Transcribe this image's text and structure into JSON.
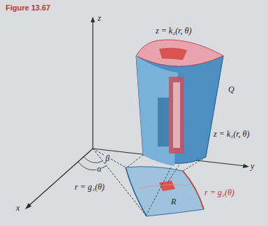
{
  "diagram": {
    "title": "Figure 13.67",
    "labels": [
      "z",
      "z = k₂(r, θ)",
      "Q",
      "z = k₁(r, θ)",
      "y",
      "β",
      "α",
      "x",
      "r = g₁(θ)",
      "R",
      "r = g₂(θ)"
    ]
  }
}
